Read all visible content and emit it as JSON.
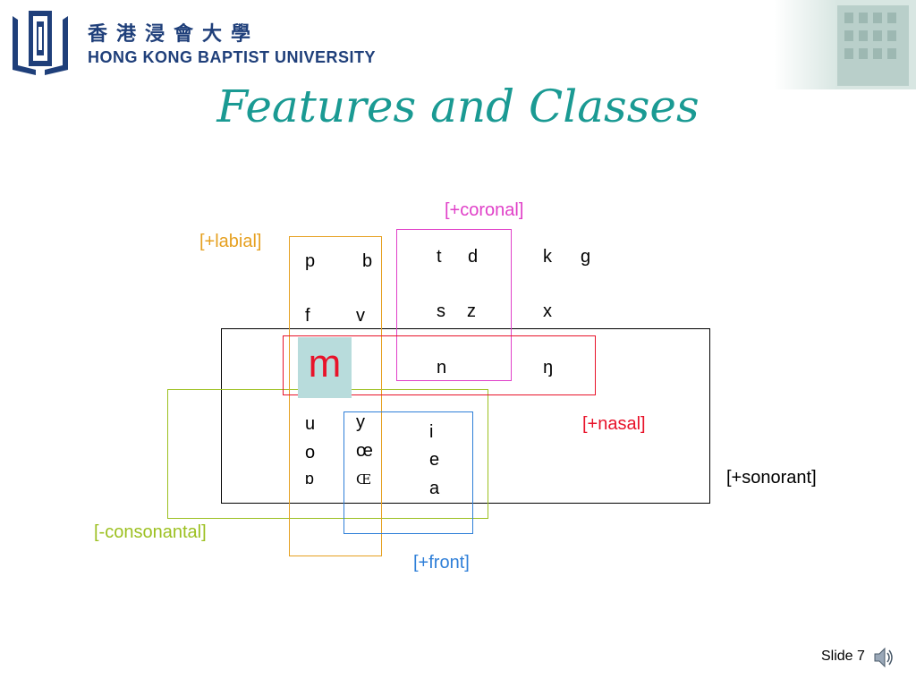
{
  "header": {
    "university_cn": "香港浸會大學",
    "university_en": "HONG KONG BAPTIST UNIVERSITY",
    "logo": "hkbu-logo-icon",
    "campus_image": "campus-photo"
  },
  "title": "Features and Classes",
  "labels": {
    "coronal": "[+coronal]",
    "labial": "[+labial]",
    "nasal": "[+nasal]",
    "sonorant": "[+sonorant]",
    "consonantal": "[-consonantal]",
    "front": "[+front]"
  },
  "phonemes": {
    "p": "p",
    "b": "b",
    "f": "f",
    "v": "v",
    "t": "t",
    "d": "d",
    "s": "s",
    "z": "z",
    "n": "n",
    "k": "k",
    "g": "g",
    "x": "x",
    "ng": "ŋ",
    "m": "m",
    "u": "u",
    "o": "o",
    "open_o": "ɒ",
    "y": "y",
    "oe": "œ",
    "OE": "Œ",
    "i": "i",
    "e": "e",
    "a": "a"
  },
  "colors": {
    "title": "#1a9a93",
    "labial": "#e6a020",
    "coronal": "#e040c8",
    "nasal": "#e8132a",
    "sonorant": "#000000",
    "consonantal": "#9cc020",
    "front": "#2f7fd8"
  },
  "footer": {
    "slide_number": "Slide 7",
    "speaker": "speaker-icon"
  }
}
